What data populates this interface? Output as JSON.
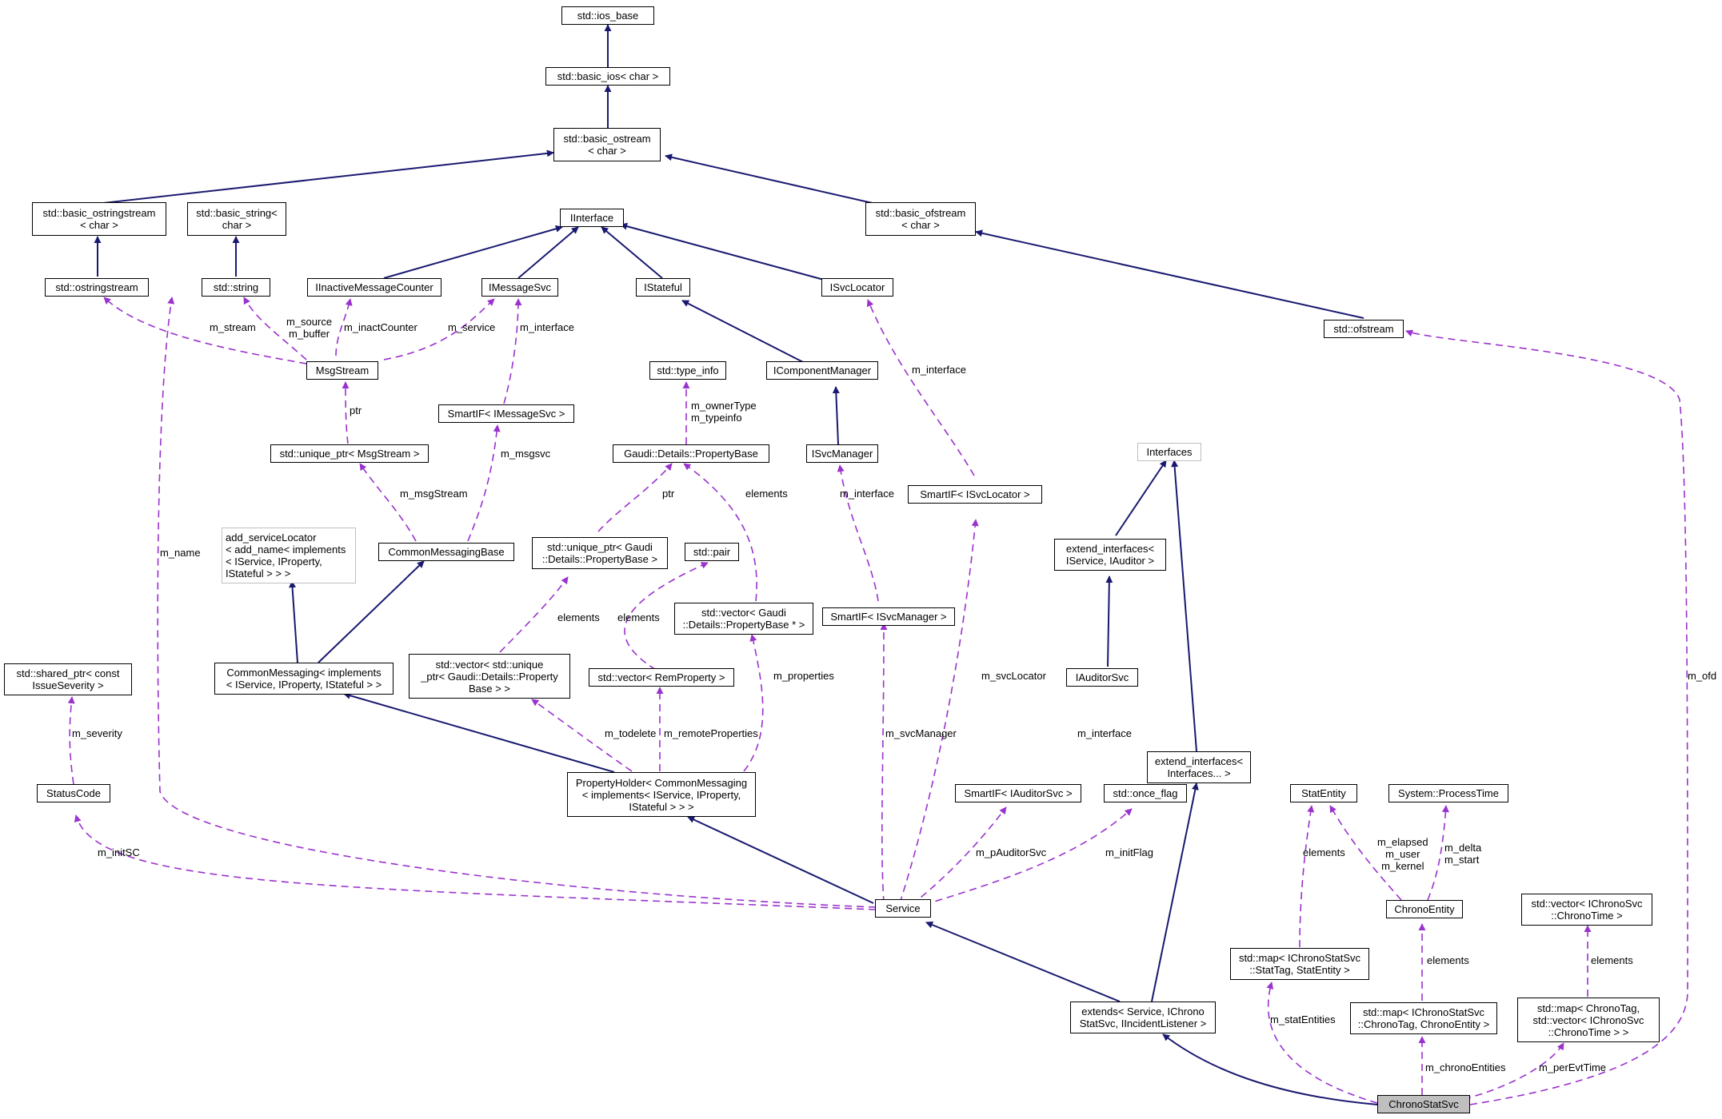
{
  "colors": {
    "inheritance": "#191970",
    "usage": "#9a32cd",
    "node_border": "#000000",
    "undocumented_border": "#bfbfbf",
    "selected_fill": "#bfbfbf"
  },
  "nodes": {
    "ios_base": "std::ios_base",
    "basic_ios": "std::basic_ios< char >",
    "basic_ostream": "std::basic_ostream\n< char >",
    "basic_ostringstream": "std::basic_ostringstream\n< char >",
    "basic_string": "std::basic_string<\nchar >",
    "iinterface": "IInterface",
    "basic_ofstream": "std::basic_ofstream\n< char >",
    "ostringstream": "std::ostringstream",
    "string": "std::string",
    "iinactive": "IInactiveMessageCounter",
    "imessagesvc": "IMessageSvc",
    "istateful": "IStateful",
    "isvclocator": "ISvcLocator",
    "ofstream": "std::ofstream",
    "msgstream": "MsgStream",
    "icomponentmanager": "IComponentManager",
    "type_info": "std::type_info",
    "smartif_msgsvc": "SmartIF< IMessageSvc >",
    "unique_ptr_msgstream": "std::unique_ptr< MsgStream >",
    "propertybase": "Gaudi::Details::PropertyBase",
    "isvcmanager": "ISvcManager",
    "smartif_svclocator": "SmartIF< ISvcLocator >",
    "interfaces": "Interfaces",
    "add_servicelocator": "add_serviceLocator\n< add_name< implements\n< IService, IProperty,\nIStateful > > >",
    "commonmessagingbase": "CommonMessagingBase",
    "unique_ptr_propbase": "std::unique_ptr< Gaudi\n::Details::PropertyBase >",
    "pair": "std::pair",
    "vector_propbase": "std::vector< Gaudi\n::Details::PropertyBase * >",
    "smartif_svcmanager": "SmartIF< ISvcManager >",
    "extend_interfaces_auditor": "extend_interfaces<\nIService, IAuditor >",
    "shared_ptr_severity": "std::shared_ptr< const\nIssueSeverity >",
    "commonmessaging": "CommonMessaging< implements\n< IService, IProperty, IStateful > >",
    "vector_unique_ptr": "std::vector< std::unique\n_ptr< Gaudi::Details::Property\nBase > >",
    "vector_remproperty": "std::vector< RemProperty >",
    "iauditorsvc": "IAuditorSvc",
    "extend_interfaces_all": "extend_interfaces<\nInterfaces... >",
    "statuscode": "StatusCode",
    "propertyholder": "PropertyHolder< CommonMessaging\n< implements< IService, IProperty,\nIStateful > > >",
    "smartif_auditorsvc": "SmartIF< IAuditorSvc >",
    "once_flag": "std::once_flag",
    "statentity": "StatEntity",
    "processtime": "System::ProcessTime",
    "service": "Service",
    "chronoentity": "ChronoEntity",
    "vector_chronotime": "std::vector< IChronoSvc\n::ChronoTime >",
    "map_stattag": "std::map< IChronoStatSvc\n::StatTag, StatEntity >",
    "extends": "extends< Service, IChrono\nStatSvc, IIncidentListener >",
    "map_chronotag": "std::map< IChronoStatSvc\n::ChronoTag, ChronoEntity >",
    "map_perevt": "std::map< ChronoTag,\nstd::vector< IChronoSvc\n::ChronoTime > >",
    "chronostatsvc": "ChronoStatSvc"
  },
  "edge_labels": {
    "m_stream": "m_stream",
    "m_source_buffer": "m_source\nm_buffer",
    "m_inactcounter": "m_inactCounter",
    "m_service": "m_service",
    "m_interface_msgsvc": "m_interface",
    "m_interface_svclocator": "m_interface",
    "ptr_msgstream": "ptr",
    "m_ownertype_typeinfo": "m_ownerType\nm_typeinfo",
    "m_msgsvc": "m_msgsvc",
    "m_msgstream": "m_msgStream",
    "ptr_propbase": "ptr",
    "elements_propbase": "elements",
    "m_interface_svcmanager": "m_interface",
    "m_name": "m_name",
    "elements_unique_ptr": "elements",
    "elements_pair": "elements",
    "m_properties": "m_properties",
    "m_svclocator": "m_svcLocator",
    "m_ofd": "m_ofd",
    "m_severity": "m_severity",
    "m_todelete": "m_todelete",
    "m_remoteproperties": "m_remoteProperties",
    "m_svcmanager": "m_svcManager",
    "m_interface_auditorsvc": "m_interface",
    "m_initsc": "m_initSC",
    "m_pauditorsvc": "m_pAuditorSvc",
    "m_initflag": "m_initFlag",
    "m_elapsed_user_kernel": "m_elapsed\nm_user\nm_kernel",
    "m_delta_start": "m_delta\nm_start",
    "elements_statentity": "elements",
    "elements_chronoentity": "elements",
    "elements_chronotime": "elements",
    "m_statentities": "m_statEntities",
    "m_chronoentities": "m_chronoEntities",
    "m_perevttime": "m_perEvtTime"
  }
}
